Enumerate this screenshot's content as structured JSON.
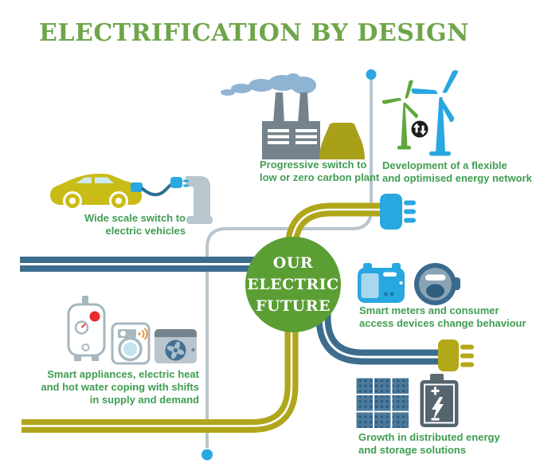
{
  "title": "ELECTRIFICATION BY DESIGN",
  "center_circle": {
    "label": "OUR\nELECTRIC\nFUTURE"
  },
  "sections": {
    "plant": {
      "caption": "Progressive switch to\nlow or zero carbon plant"
    },
    "network": {
      "caption": "Development of a flexible\nand optimised energy network"
    },
    "vehicles": {
      "caption": "Wide scale switch to\nelectric vehicles"
    },
    "meters": {
      "caption": "Smart meters and consumer\naccess devices change behaviour"
    },
    "appliances": {
      "caption": "Smart appliances, electric heat\nand hot water coping with shifts\nin supply and demand"
    },
    "storage": {
      "caption": "Growth in distributed energy\nand storage solutions"
    }
  },
  "icons": [
    "factory-icon",
    "cooling-tower-icon",
    "wind-turbine-green-icon",
    "wind-turbine-blue-icon",
    "up-down-arrows-icon",
    "electric-car-icon",
    "charging-cable-icon",
    "charging-station-icon",
    "blue-plug-icon",
    "yellow-plug-icon",
    "smart-meter-icon",
    "utility-meter-icon",
    "water-heater-icon",
    "washing-machine-icon",
    "air-conditioner-icon",
    "solar-panel-icon",
    "storage-battery-icon",
    "node-dot-icon"
  ],
  "colors": {
    "title_green": "#6FA54A",
    "caption_green": "#3F9D52",
    "circle_green": "#5B9E34",
    "olive_line": "#AFA61C",
    "car_yellow": "#C9BC17",
    "steel_blue_line": "#3D6C8E",
    "bright_blue": "#29A7E0",
    "light_grey": "#B9C6CE",
    "dark_grey": "#75828B",
    "smoke_blue": "#8FB4D3",
    "turbine_green": "#5EA73C",
    "black": "#1D1D1B",
    "red": "#E62B30",
    "orange": "#E8872B",
    "solar_blue": "#4C7A9B",
    "battery_grey": "#55656E"
  }
}
